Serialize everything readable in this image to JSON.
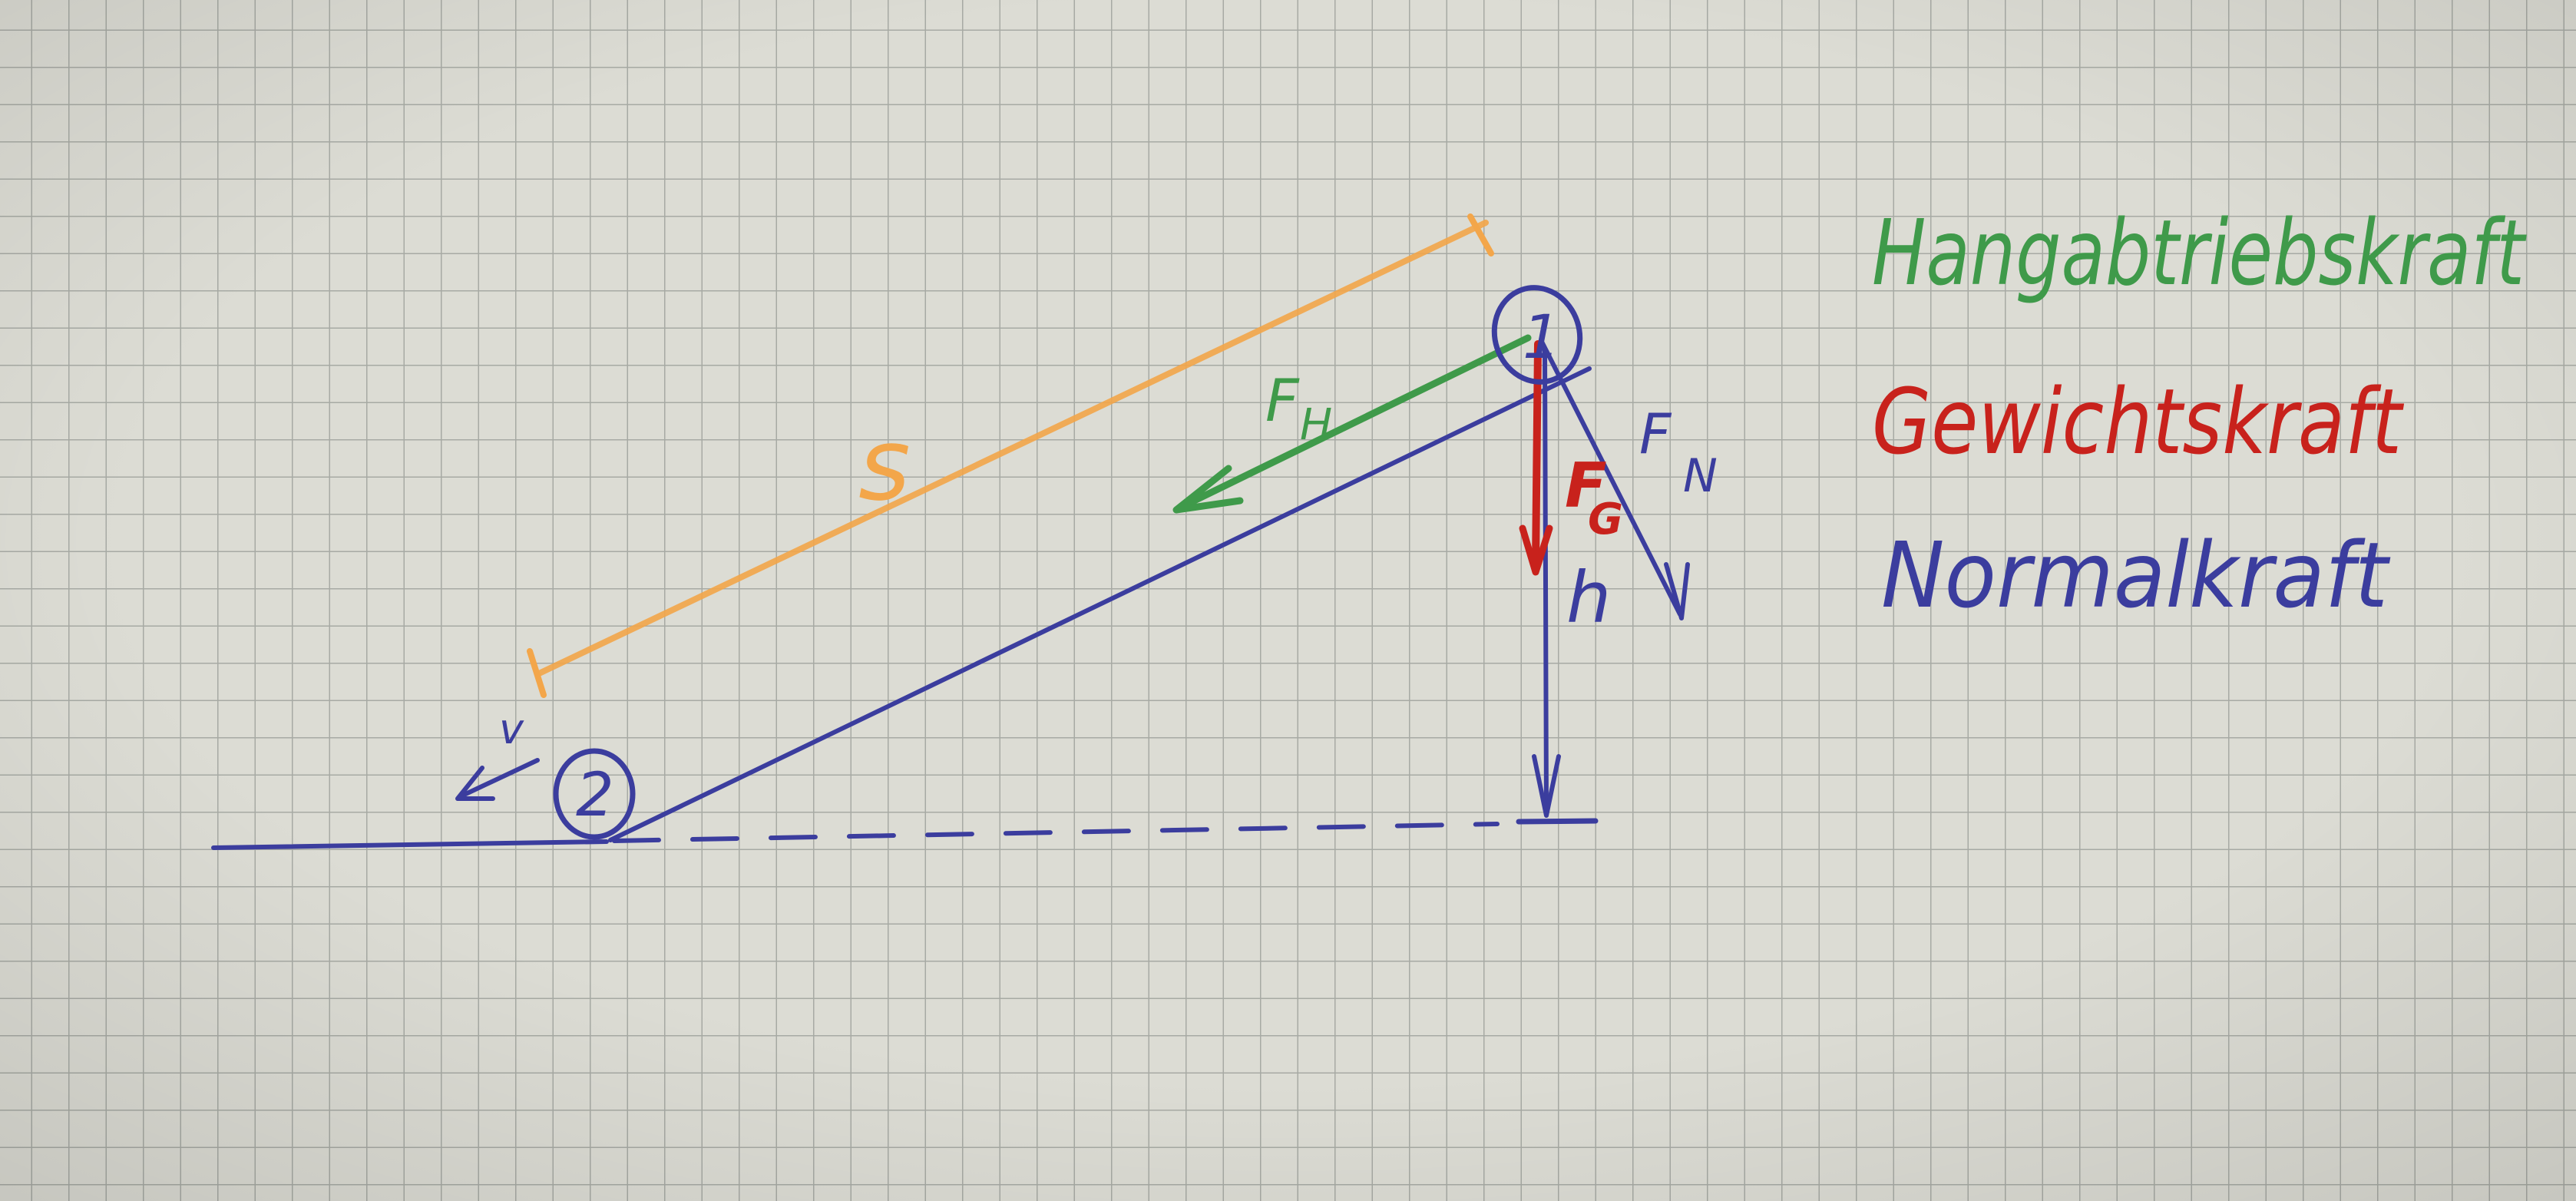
{
  "colors": {
    "paper": "#dcdcd4",
    "grid": "#a7aaa4",
    "blue": "#3b3d9e",
    "green": "#3f9a4a",
    "red": "#c8221c",
    "orange": "#f3a64a"
  },
  "diagram": {
    "top_position_label": "1",
    "bottom_position_label": "2",
    "velocity_label": "v",
    "slope_length_label": "s",
    "height_label": "h",
    "downhill_force_label_main": "F",
    "downhill_force_label_sub": "H",
    "weight_force_label_main": "F",
    "weight_force_label_sub": "G",
    "normal_force_label_main": "F",
    "normal_force_label_sub": "N"
  },
  "legend": {
    "downhill_force": "Hangabtriebskraft",
    "weight_force": "Gewichtskraft",
    "normal_force": "Normalkraft"
  }
}
